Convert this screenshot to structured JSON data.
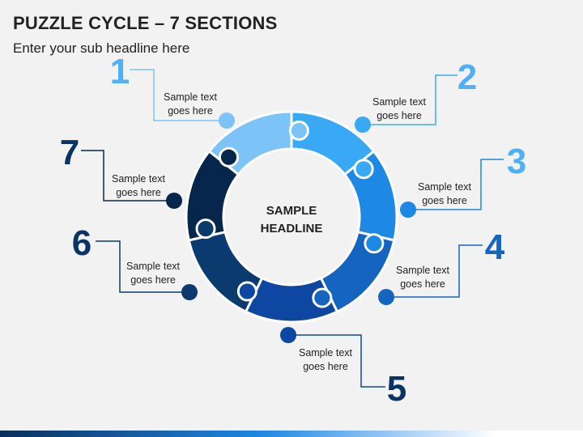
{
  "title": "PUZZLE CYCLE – 7 SECTIONS",
  "subtitle": "Enter your sub headline here",
  "center": {
    "line1": "SAMPLE",
    "line2": "HEADLINE"
  },
  "colors": {
    "background": "#f2f2f2",
    "s1": "#7cc4f8",
    "s2": "#3aa9f5",
    "s3": "#1e88e5",
    "s4": "#1565c0",
    "s5": "#0d47a1",
    "s6": "#0a3a6e",
    "s7": "#06264c",
    "number_light": "#4fb0f7",
    "number_dark": "#0b3466"
  },
  "sections": [
    {
      "number": "1",
      "text_line1": "Sample text",
      "text_line2": "goes here"
    },
    {
      "number": "2",
      "text_line1": "Sample text",
      "text_line2": "goes here"
    },
    {
      "number": "3",
      "text_line1": "Sample text",
      "text_line2": "goes here"
    },
    {
      "number": "4",
      "text_line1": "Sample text",
      "text_line2": "goes here"
    },
    {
      "number": "5",
      "text_line1": "Sample text",
      "text_line2": "goes here"
    },
    {
      "number": "6",
      "text_line1": "Sample text",
      "text_line2": "goes here"
    },
    {
      "number": "7",
      "text_line1": "Sample text",
      "text_line2": "goes here"
    }
  ]
}
